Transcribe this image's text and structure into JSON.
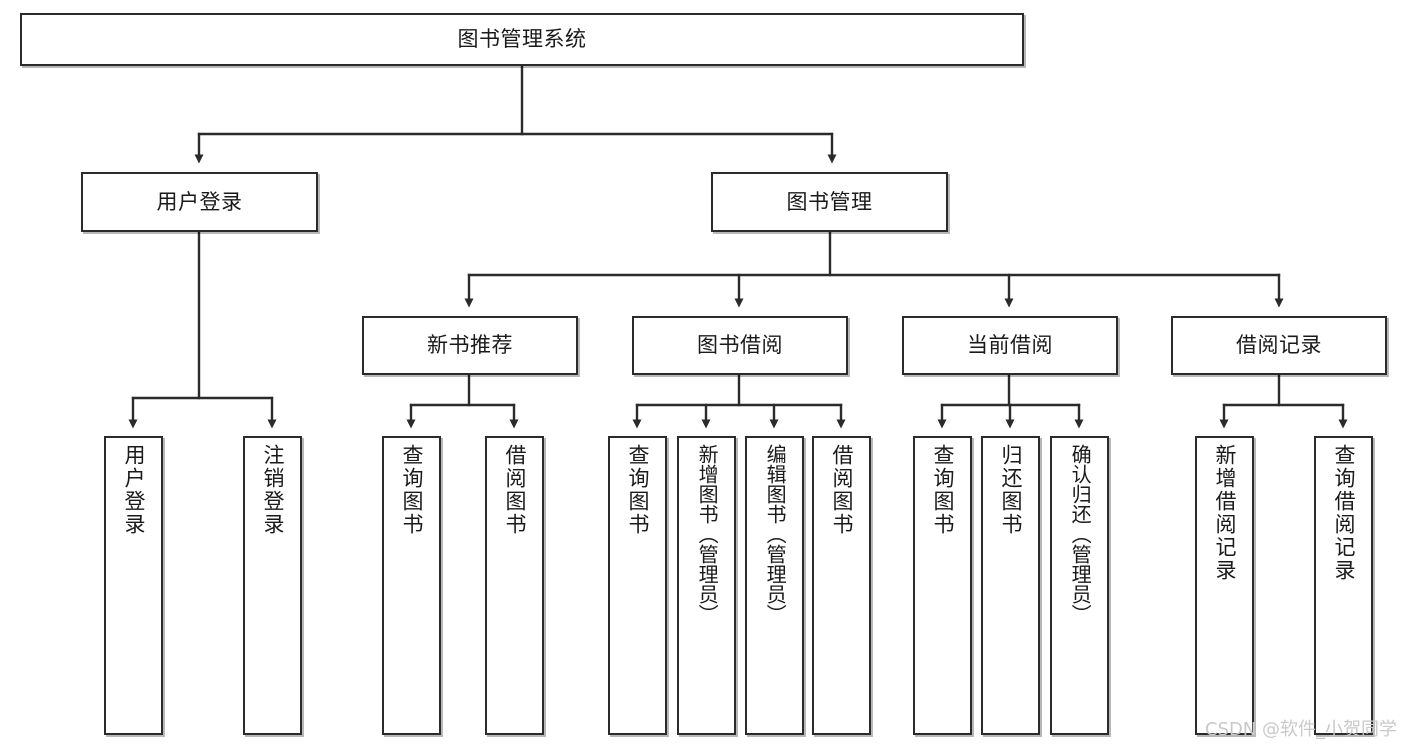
{
  "diagram": {
    "title": "图书管理系统",
    "type": "hierarchy-tree",
    "root": {
      "label": "图书管理系统"
    },
    "level2": [
      {
        "label": "用户登录"
      },
      {
        "label": "图书管理"
      }
    ],
    "level3": [
      {
        "label": "新书推荐"
      },
      {
        "label": "图书借阅"
      },
      {
        "label": "当前借阅"
      },
      {
        "label": "借阅记录"
      }
    ],
    "leaves": {
      "user_login": [
        {
          "label": "用户登录"
        },
        {
          "label": "注销登录"
        }
      ],
      "new_book_recommend": [
        {
          "label": "查询图书"
        },
        {
          "label": "借阅图书"
        }
      ],
      "book_borrow": [
        {
          "label": "查询图书"
        },
        {
          "label": "新增图书（管理员）"
        },
        {
          "label": "编辑图书（管理员）"
        },
        {
          "label": "借阅图书"
        }
      ],
      "current_borrow": [
        {
          "label": "查询图书"
        },
        {
          "label": "归还图书"
        },
        {
          "label": "确认归还（管理员）"
        }
      ],
      "borrow_record": [
        {
          "label": "新增借阅记录"
        },
        {
          "label": "查询借阅记录"
        }
      ]
    }
  },
  "watermark": {
    "text": "CSDN @软件_小贺同学"
  },
  "colors": {
    "stroke": "#2b2b2b",
    "fill": "#ffffff",
    "text": "#1a1a1a",
    "watermark": "#c9c9c9"
  }
}
